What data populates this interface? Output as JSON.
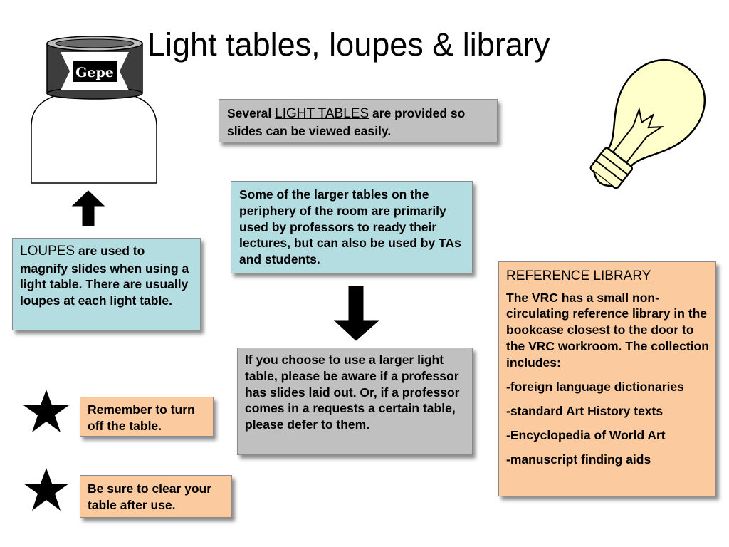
{
  "slide": {
    "title": "Light tables, loupes & library"
  },
  "loupe_brand": "Gepe",
  "light_tables_box": {
    "prefix": "Several ",
    "highlight": "LIGHT TABLES",
    "suffix": " are provided so slides can be viewed easily."
  },
  "larger_tables_box": {
    "text": "Some of the larger tables on the periphery of the room are primarily used by professors to ready their lectures, but can also be used by TAs and students."
  },
  "larger_table_warning_box": {
    "text": "If you choose to use a larger light table, please be aware if a professor has slides laid out. Or, if a professor comes in a requests a certain table, please defer to them."
  },
  "loupes_box": {
    "highlight": "LOUPES",
    "suffix": " are used to magnify slides when using a light table.  There are usually loupes at each light table."
  },
  "reminders": [
    {
      "text": "Remember to turn off the table."
    },
    {
      "text": "Be sure to clear your table after use."
    }
  ],
  "reference_library": {
    "heading": "REFERENCE LIBRARY",
    "description": "The VRC has a small non-circulating reference library in the bookcase closest to the door to the VRC workroom. The collection includes:",
    "items": [
      "-foreign language dictionaries",
      "-standard Art History texts",
      "-Encyclopedia of World Art",
      "-manuscript finding aids"
    ]
  },
  "colors": {
    "gray_box": "#c0c0c0",
    "blue_box": "#b4dde2",
    "peach_box": "#fbcb9f",
    "bulb_fill": "#ffffcc"
  }
}
